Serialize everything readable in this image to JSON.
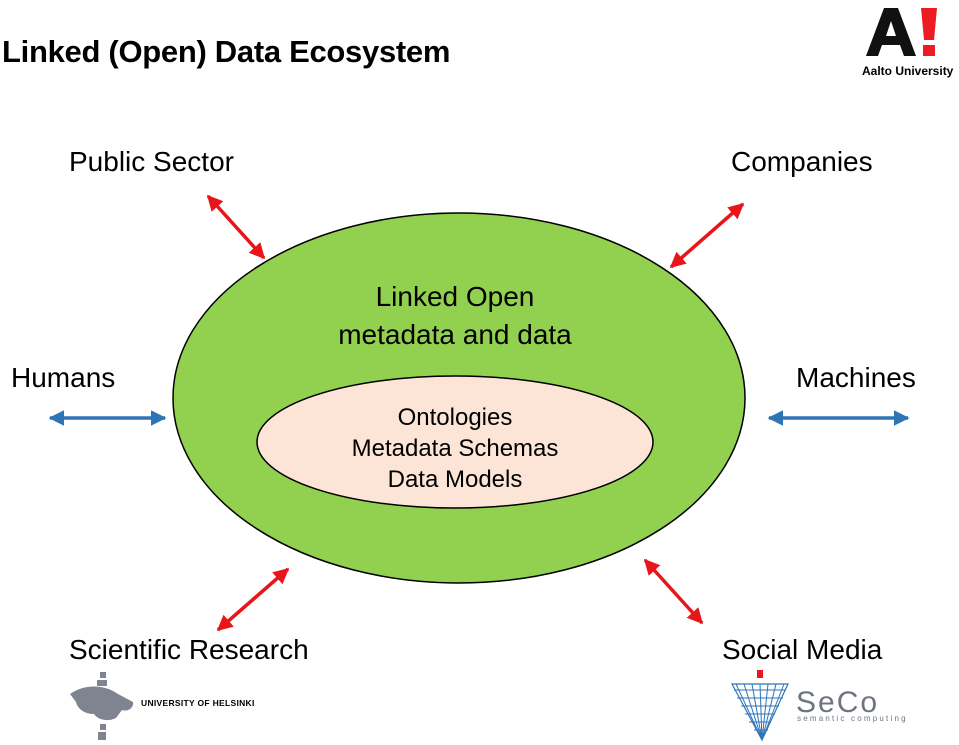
{
  "title": "Linked (Open) Data Ecosystem",
  "logos": {
    "aalto": {
      "mark": "A!",
      "name": "Aalto University"
    },
    "helsinki": {
      "name": "UNIVERSITY OF HELSINKI"
    },
    "seco": {
      "name": "SeCo",
      "tagline": "semantic computing"
    }
  },
  "nodes": {
    "public_sector": "Public Sector",
    "companies": "Companies",
    "humans": "Humans",
    "machines": "Machines",
    "scientific_research": "Scientific Research",
    "social_media": "Social Media"
  },
  "outer_ellipse": {
    "line1": "Linked Open",
    "line2": "metadata and data",
    "color": "#92d050"
  },
  "inner_ellipse": {
    "line1": "Ontologies",
    "line2": "Metadata Schemas",
    "line3": "Data Models",
    "color": "#fce4d6"
  },
  "colors": {
    "red_arrow": "#e8161b",
    "blue_arrow": "#2e75b6",
    "aalto_red": "#ed1c24"
  }
}
